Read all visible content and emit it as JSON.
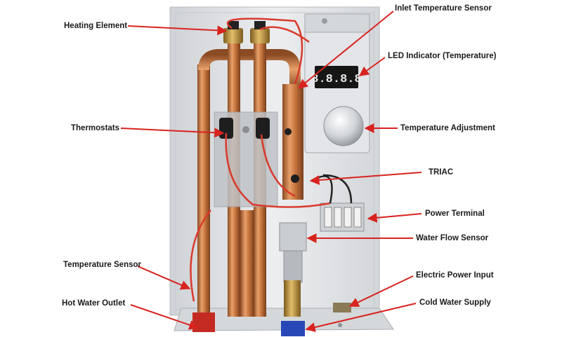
{
  "labels": {
    "heating_element": "Heating Element",
    "thermostats": "Thermostats",
    "temperature_sensor": "Temperature Sensor",
    "hot_water_outlet": "Hot Water Outlet",
    "inlet_temperature_sensor": "Inlet Temperature Sensor",
    "led_indicator": "LED Indicator (Temperature)",
    "temperature_adjustment": "Temperature Adjustment",
    "triac": "TRIAC",
    "power_terminal": "Power Terminal",
    "water_flow_sensor": "Water Flow Sensor",
    "electric_power_input": "Electric Power Input",
    "cold_water_supply": "Cold Water Supply"
  },
  "display": {
    "led_digits": "8.8.8.8"
  },
  "colors": {
    "arrow": "#d8231f",
    "copper": "#c8763f",
    "panel": "#e4e6e9",
    "housing": "#dcdfe2",
    "wire": "#d93a2c"
  }
}
